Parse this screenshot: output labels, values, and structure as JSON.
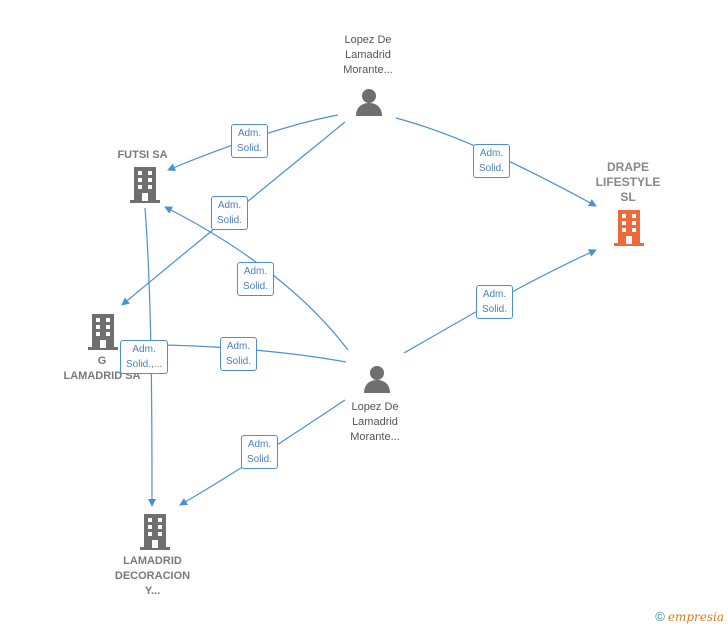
{
  "nodes": {
    "person_top": {
      "name": "Lopez De\nLamadrid\nMorante..."
    },
    "person_mid": {
      "name": "Lopez De\nLamadrid\nMorante..."
    },
    "futsi": {
      "name": "FUTSI SA"
    },
    "drape": {
      "name": "DRAPE\nLIFESTYLE\nSL"
    },
    "g_lamadrid": {
      "name": "G\nLAMADRID SA"
    },
    "lamadrid_decoracion": {
      "name": "LAMADRID\nDECORACION\nY..."
    }
  },
  "edges": {
    "e1": "Adm.\nSolid.",
    "e2": "Adm.\nSolid.",
    "e3": "Adm.\nSolid.",
    "e4": "Adm.\nSolid.",
    "e5": "Adm.\nSolid.",
    "e6": "Adm.\nSolid.,...",
    "e7": "Adm.\nSolid.",
    "e8": "Adm.\nSolid."
  },
  "colors": {
    "edge": "#4a90d9",
    "person_icon": "#6f6f6f",
    "company_icon": "#6f6f6f",
    "highlight_company_icon": "#f0693a"
  },
  "footer": {
    "copyright": "©",
    "brand": "empresia"
  }
}
